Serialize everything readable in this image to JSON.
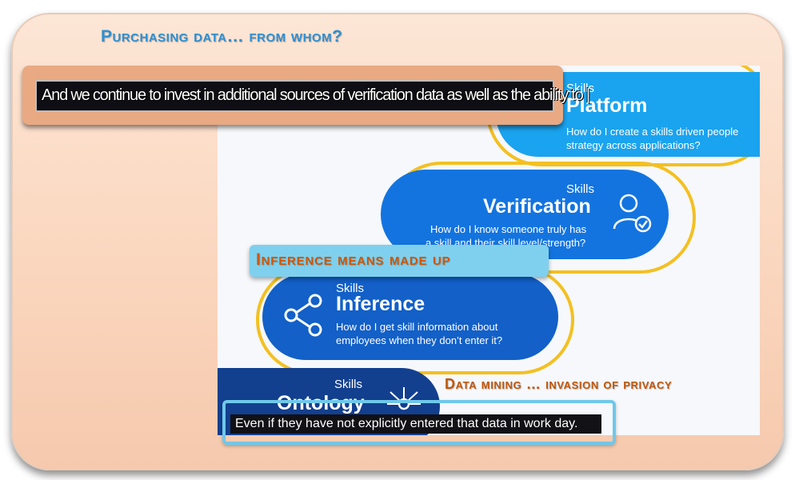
{
  "slide": {
    "title": "Purchasing data… from whom?"
  },
  "caption_top": "And we continue to invest in additional sources of verification data as well as the ability to |",
  "callouts": {
    "inference": "Inference means made up",
    "privacy": "Data mining … invasion of privacy"
  },
  "caption_bottom": "Even if they have not explicitly entered that data in work day.",
  "pills": {
    "platform": {
      "kicker": "Skills",
      "title": "Platform",
      "desc_line1": "How do I create a skills driven people",
      "desc_line2": "strategy across applications?"
    },
    "verification": {
      "kicker": "Skills",
      "title": "Verification",
      "desc_line1": "How do I know someone truly has",
      "desc_line2": "a skill and their skill level/strength?"
    },
    "inference": {
      "kicker": "Skills",
      "title": "Inference",
      "desc_line1": "How do I get skill information about",
      "desc_line2": "employees when they don’t enter it?"
    },
    "ontology": {
      "kicker": "Skills",
      "title": "Ontology"
    }
  },
  "colors": {
    "frame": "#fbd9c2",
    "title": "#2e8fd2",
    "platform_blue": "#1aa3ef",
    "verification_blue": "#1374e0",
    "inference_blue": "#1260c8",
    "ontology_navy": "#133f8f",
    "outline_yellow": "#f4c021",
    "callout_orange": "#d35400",
    "callout_cyan": "#7fd0ee"
  },
  "icons": [
    "user-check-icon",
    "share-nodes-icon",
    "network-icon"
  ]
}
